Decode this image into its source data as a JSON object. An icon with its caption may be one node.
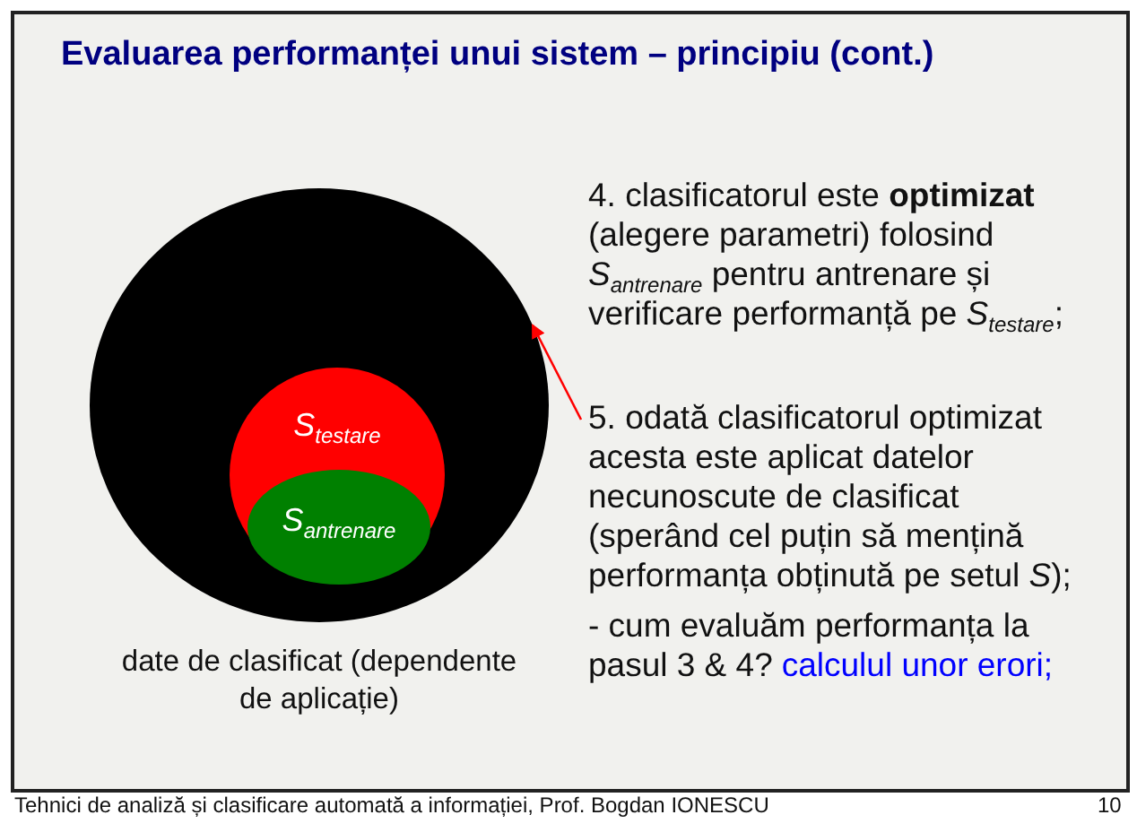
{
  "diagram": {
    "title": "Evaluarea performanței unui sistem – principiu (cont.)",
    "nodes": [
      {
        "text": [
          "date de clasificat (dependente de aplicație)"
        ]
      },
      {
        "text": [
          "S$_{testare}$"
        ],
        "in": 0
      },
      {
        "text": [
          "S$_{antrenare}$"
        ],
        "in": 1
      },
      {
        "text": [
          "5. odată clasificatorul optimizat acesta este aplicat datelor necunoscute de clasificat (sperând cel puțin să mențină performanța obținută pe setul *S*);"
        ]
      }
    ],
    "edges": [
      {
        "from": 3,
        "to": 0,
        "arrow": "to",
        "color": "#ff0000"
      }
    ],
    "labels": [
      "4. clasificatorul este **optimizat** (alegere parametri) folosind *S*$_{antrenare}$ pentru antrenare și verificare performanță pe *S*$_{testare}$;",
      "- cum evaluăm performanța la pasul 3 & 4?",
      "calculul unor erori;",
      "Tehnici de analiză și clasificare automată a informației, Prof. Bogdan IONESCU",
      "10"
    ]
  }
}
